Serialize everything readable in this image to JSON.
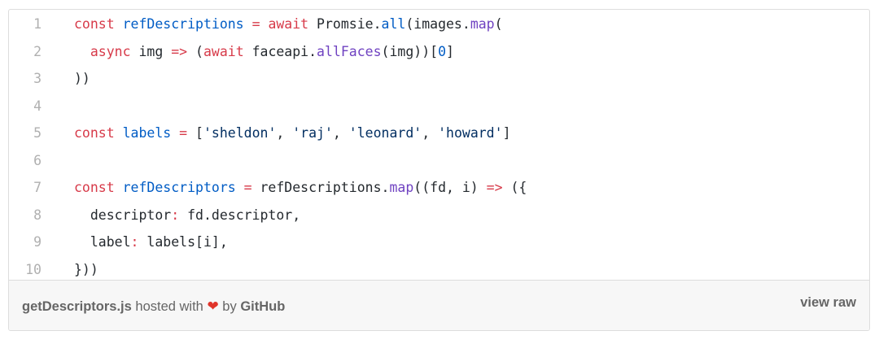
{
  "code": {
    "line_numbers": [
      "1",
      "2",
      "3",
      "4",
      "5",
      "6",
      "7",
      "8",
      "9",
      "10"
    ],
    "lines": [
      [
        {
          "t": "const",
          "c": "k"
        },
        {
          "t": " "
        },
        {
          "t": "refDescriptions",
          "c": "v"
        },
        {
          "t": " "
        },
        {
          "t": "=",
          "c": "k"
        },
        {
          "t": " "
        },
        {
          "t": "await",
          "c": "k"
        },
        {
          "t": " Promsie."
        },
        {
          "t": "all",
          "c": "v"
        },
        {
          "t": "(images."
        },
        {
          "t": "map",
          "c": "f"
        },
        {
          "t": "("
        }
      ],
      [
        {
          "t": "  "
        },
        {
          "t": "async",
          "c": "k"
        },
        {
          "t": " img "
        },
        {
          "t": "=>",
          "c": "k"
        },
        {
          "t": " ("
        },
        {
          "t": "await",
          "c": "k"
        },
        {
          "t": " faceapi."
        },
        {
          "t": "allFaces",
          "c": "f"
        },
        {
          "t": "(img))["
        },
        {
          "t": "0",
          "c": "n"
        },
        {
          "t": "]"
        }
      ],
      [
        {
          "t": "))"
        }
      ],
      [
        {
          "t": ""
        }
      ],
      [
        {
          "t": "const",
          "c": "k"
        },
        {
          "t": " "
        },
        {
          "t": "labels",
          "c": "v"
        },
        {
          "t": " "
        },
        {
          "t": "=",
          "c": "k"
        },
        {
          "t": " ["
        },
        {
          "t": "'sheldon'",
          "c": "s"
        },
        {
          "t": ", "
        },
        {
          "t": "'raj'",
          "c": "s"
        },
        {
          "t": ", "
        },
        {
          "t": "'leonard'",
          "c": "s"
        },
        {
          "t": ", "
        },
        {
          "t": "'howard'",
          "c": "s"
        },
        {
          "t": "]"
        }
      ],
      [
        {
          "t": ""
        }
      ],
      [
        {
          "t": "const",
          "c": "k"
        },
        {
          "t": " "
        },
        {
          "t": "refDescriptors",
          "c": "v"
        },
        {
          "t": " "
        },
        {
          "t": "=",
          "c": "k"
        },
        {
          "t": " refDescriptions."
        },
        {
          "t": "map",
          "c": "f"
        },
        {
          "t": "((fd, i) "
        },
        {
          "t": "=>",
          "c": "k"
        },
        {
          "t": " ({"
        }
      ],
      [
        {
          "t": "  descriptor"
        },
        {
          "t": ":",
          "c": "k"
        },
        {
          "t": " fd.descriptor,"
        }
      ],
      [
        {
          "t": "  label"
        },
        {
          "t": ":",
          "c": "k"
        },
        {
          "t": " labels[i],"
        }
      ],
      [
        {
          "t": "}))"
        }
      ]
    ]
  },
  "footer": {
    "filename": "getDescriptors.js",
    "hosted_with": "hosted with",
    "heart_icon": "❤",
    "by": "by",
    "github": "GitHub",
    "view_raw": "view raw"
  }
}
